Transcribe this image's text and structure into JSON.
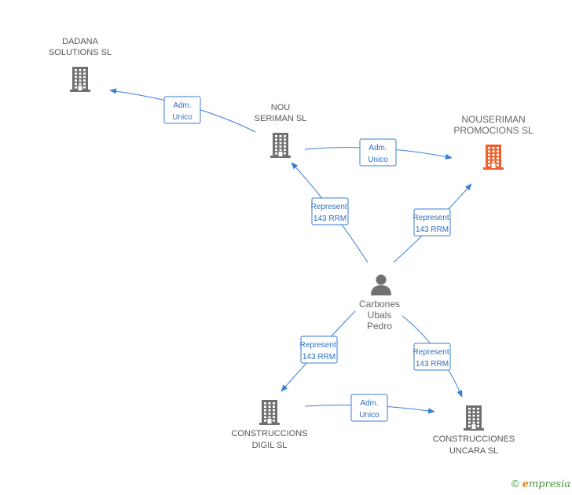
{
  "colors": {
    "company": "#707070",
    "company_highlight": "#f0602a",
    "person": "#707070",
    "edge": "#3b7ed3",
    "label_text": "#555555"
  },
  "nodes": [
    {
      "id": "dadana",
      "type": "company",
      "icon": "building-icon",
      "lines": [
        "DADANA",
        "SOLUTIONS SL"
      ]
    },
    {
      "id": "nou",
      "type": "company",
      "icon": "building-icon",
      "lines": [
        "NOU",
        "SERIMAN SL"
      ]
    },
    {
      "id": "nouseriman",
      "type": "company-highlight",
      "icon": "building-icon",
      "lines": [
        "NOUSERIMAN",
        "PROMOCIONS SL"
      ]
    },
    {
      "id": "carbones",
      "type": "person",
      "icon": "person-icon",
      "lines": [
        "Carbones",
        "Ubals",
        "Pedro"
      ]
    },
    {
      "id": "digil",
      "type": "company",
      "icon": "building-icon",
      "lines": [
        "CONSTRUCCIONS",
        "DIGIL SL"
      ]
    },
    {
      "id": "uncara",
      "type": "company",
      "icon": "building-icon",
      "lines": [
        "CONSTRUCCIONES",
        "UNCARA SL"
      ]
    }
  ],
  "edges": [
    {
      "id": "nou-dadana",
      "from": "nou",
      "to": "dadana",
      "lines": [
        "Adm.",
        "Unico"
      ]
    },
    {
      "id": "nou-nouseriman",
      "from": "nou",
      "to": "nouseriman",
      "lines": [
        "Adm.",
        "Unico"
      ]
    },
    {
      "id": "carbones-nou",
      "from": "carbones",
      "to": "nou",
      "lines": [
        "Represent.",
        "143 RRM"
      ]
    },
    {
      "id": "carbones-nouseriman",
      "from": "carbones",
      "to": "nouseriman",
      "lines": [
        "Represent.",
        "143 RRM"
      ]
    },
    {
      "id": "carbones-digil",
      "from": "carbones",
      "to": "digil",
      "lines": [
        "Represent.",
        "143 RRM"
      ]
    },
    {
      "id": "carbones-uncara",
      "from": "carbones",
      "to": "uncara",
      "lines": [
        "Represent.",
        "143 RRM"
      ]
    },
    {
      "id": "digil-uncara",
      "from": "digil",
      "to": "uncara",
      "lines": [
        "Adm.",
        "Unico"
      ]
    }
  ],
  "watermark": {
    "copyright": "©",
    "brand_first": "e",
    "brand_rest": "mpresia"
  }
}
